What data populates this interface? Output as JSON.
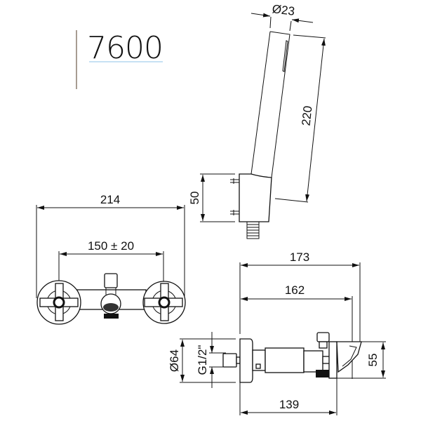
{
  "model_number": "7600",
  "colors": {
    "accent_rule": "#8a7a6e",
    "underline": "#8fc3e8",
    "line": "#111111"
  },
  "dimensions": {
    "handshower_diameter": "Ø23",
    "handshower_length": "220",
    "holder_height": "50",
    "overall_width": "214",
    "centers": "150 ± 20",
    "depth_total": "173",
    "depth_to_spout": "162",
    "plate_diameter": "Ø64",
    "inlet_thread": "G1/2\"",
    "spout_height": "55",
    "body_depth": "139"
  }
}
